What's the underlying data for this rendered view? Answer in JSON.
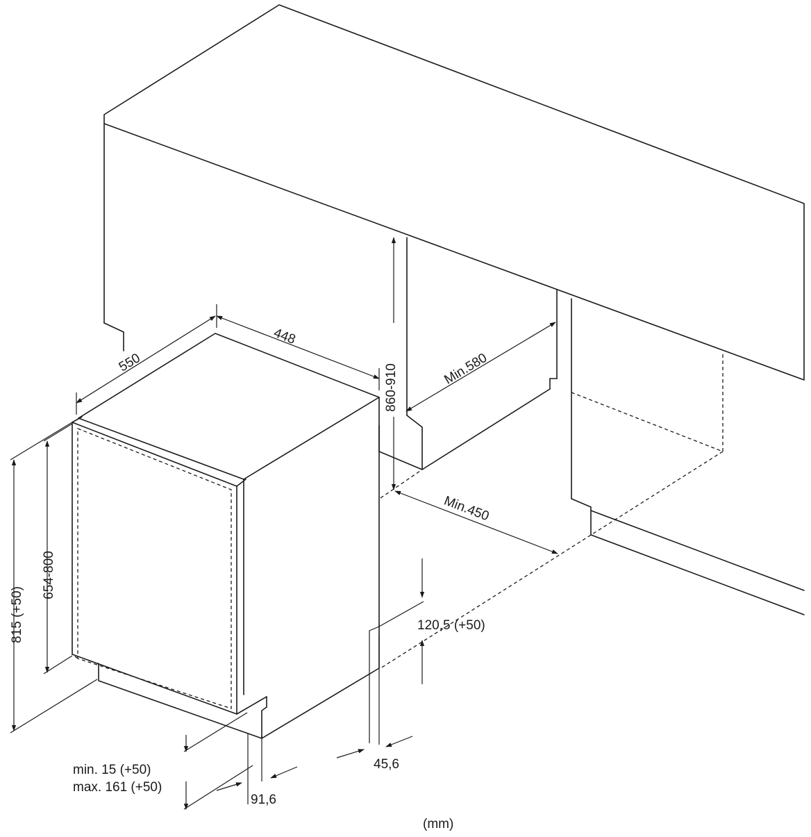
{
  "dimensions": {
    "width_448": "448",
    "depth_550": "550",
    "height_860_910": "860-910",
    "min_580": "Min.580",
    "min_450": "Min.450",
    "height_815": "815 (+50)",
    "door_654_800": "654-800",
    "plinth_120_5": "120,5 (+50)",
    "side_45_6": "45,6",
    "front_91_6": "91,6",
    "min_15": "min. 15 (+50)",
    "max_161": "max. 161 (+50)"
  },
  "unit_label": "(mm)"
}
